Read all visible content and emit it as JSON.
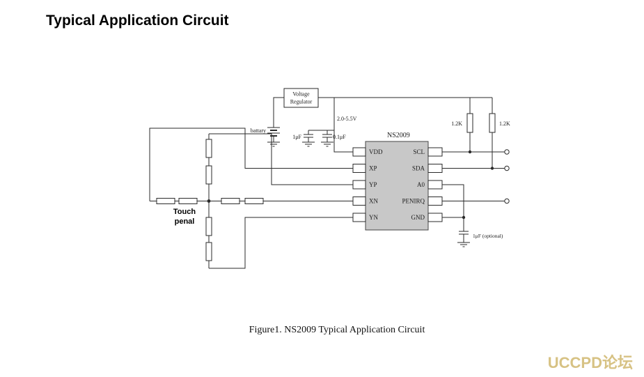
{
  "page": {
    "title": "Typical Application Circuit",
    "caption": "Figure1. NS2009 Typical Application Circuit",
    "watermark": "UCCPD论坛"
  },
  "colors": {
    "watermark": "#d7c284",
    "chip_fill": "#c8c8c8",
    "line": "#2a2a2a"
  },
  "schematic": {
    "regulator": {
      "line1": "Voltage",
      "line2": "Regulator"
    },
    "battery_label": "battary",
    "supply_label": "2.0-5.5V",
    "cap1_label": "1μF",
    "cap2_label": "0.1μF",
    "pullup_left_label": "1.2K",
    "pullup_right_label": "1.2K",
    "chip_name": "NS2009",
    "left_pins": [
      "VDD",
      "XP",
      "YP",
      "XN",
      "YN"
    ],
    "right_pins": [
      "SCL",
      "SDA",
      "A0",
      "PENIRQ",
      "GND"
    ],
    "opt_cap_label": "1μF (optional)",
    "touch_label": {
      "line1": "Touch",
      "line2": "penal"
    }
  }
}
